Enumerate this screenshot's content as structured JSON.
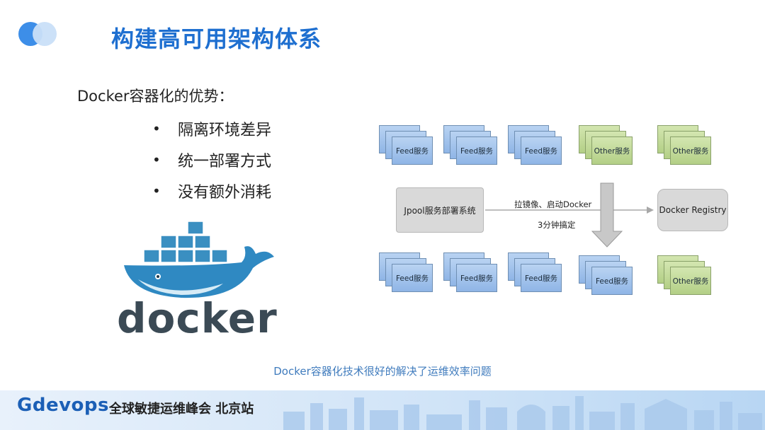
{
  "header": {
    "title": "构建高可用架构体系"
  },
  "left": {
    "heading": "Docker容器化的优势：",
    "bullets": [
      "隔离环境差异",
      "统一部署方式",
      "没有额外消耗"
    ],
    "docker_wordmark": "docker"
  },
  "diagram": {
    "top_row": [
      "Feed服务",
      "Feed服务",
      "Feed服务",
      "Other服务",
      "Other服务"
    ],
    "bottom_row": [
      "Feed服务",
      "Feed服务",
      "Feed服务",
      "Feed服务",
      "Other服务"
    ],
    "left_box": "Jpool服务部署系统",
    "right_box": "Docker Registry",
    "arrow_label_1": "拉镜像、启动Docker",
    "arrow_label_2": "3分钟搞定",
    "colors": {
      "feed": "#9fc2ec",
      "other": "#c4dc9c",
      "box": "#d9d9d9"
    }
  },
  "caption": "Docker容器化技术很好的解决了运维效率问题",
  "banner": {
    "brand": "Gdevops",
    "subtitle": "全球敏捷运维峰会 北京站"
  }
}
